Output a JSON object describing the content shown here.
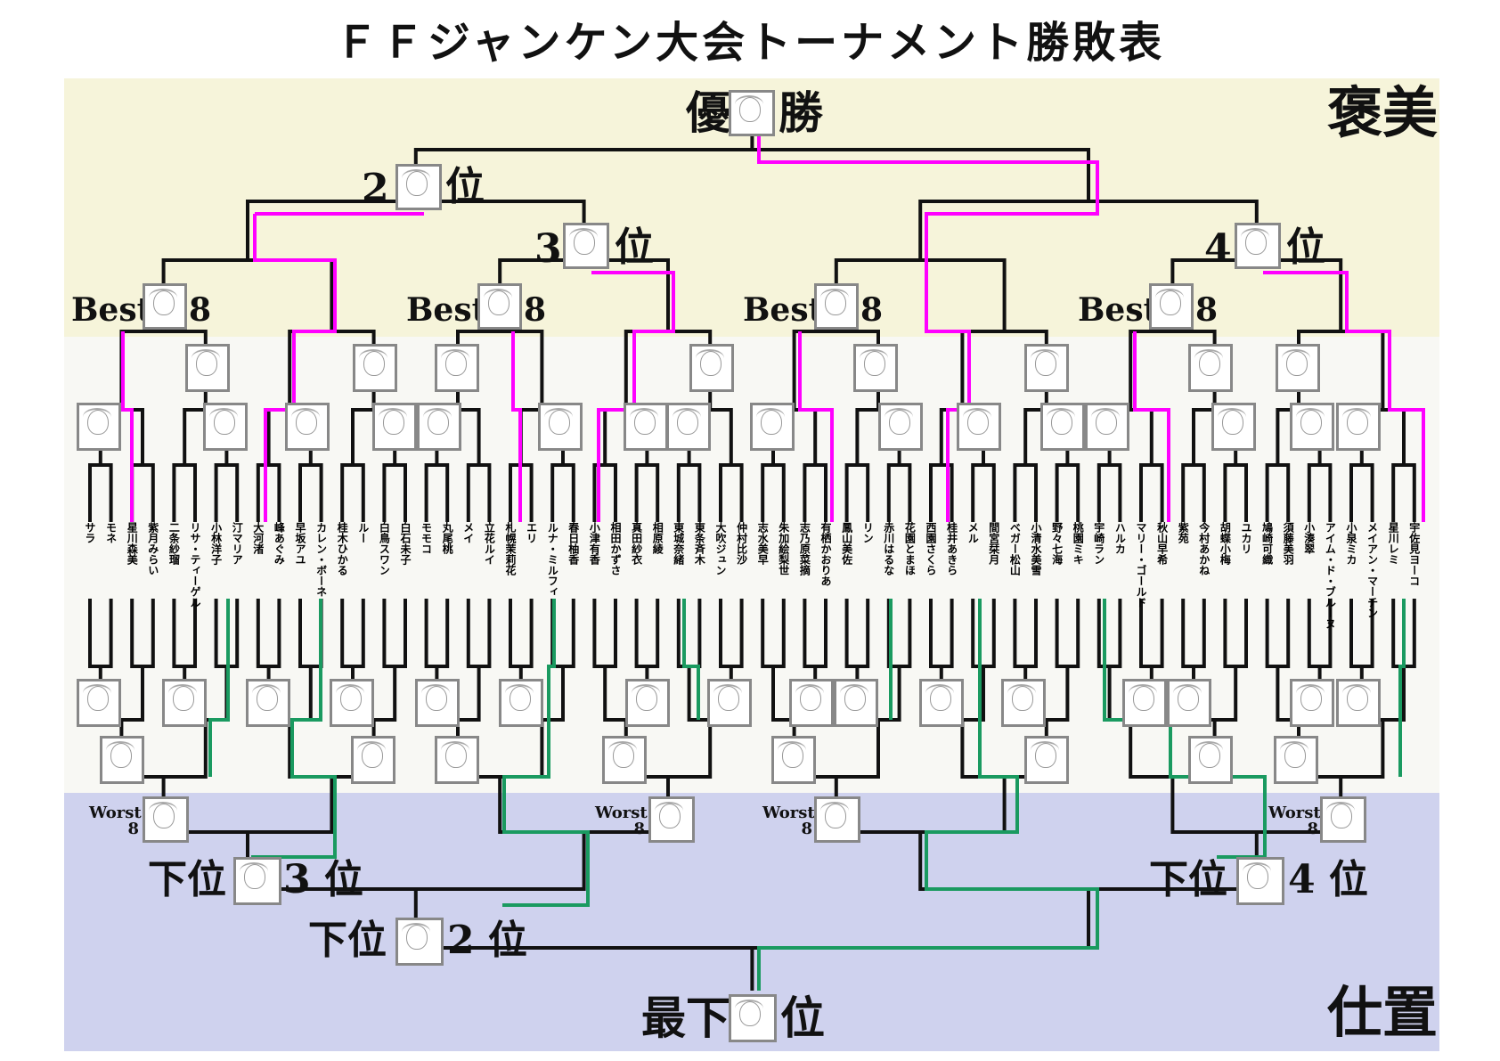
{
  "title": "ＦＦジャンケン大会トーナメント勝敗表",
  "corners": {
    "top_right": "褒美",
    "bottom_right": "仕置"
  },
  "labels": {
    "champion": [
      "優",
      "勝"
    ],
    "second": [
      "2",
      "位"
    ],
    "third": [
      "3",
      "位"
    ],
    "fourth": [
      "4",
      "位"
    ],
    "best": "Best",
    "best_num": "8",
    "worst": "Worst",
    "worst_num": "8",
    "lower_third": [
      "下位",
      "3 位"
    ],
    "lower_second": [
      "下位",
      "2 位"
    ],
    "lower_fourth": [
      "下位",
      "4 位"
    ],
    "last": [
      "最下",
      "位"
    ]
  },
  "colors": {
    "winner_line": "#ff00ff",
    "loser_line": "#1a9a60",
    "bracket": "#111111",
    "band_top": "#f6f4da",
    "band_bottom": "#cfd2ee"
  },
  "contestants": [
    "サラ",
    "モネ",
    "星川森美",
    "紫月みらい",
    "二条紗瑠",
    "リサ・ティーゲル",
    "小林洋子",
    "汀マリア",
    "大河渚",
    "峰あぐみ",
    "早坂アユ",
    "カレン・ボーネ",
    "桂木ひかる",
    "ルー",
    "白鳥スワン",
    "白石未子",
    "モモコ",
    "丸尾桃",
    "メイ",
    "立花ルイ",
    "札幌茉莉花",
    "エリ",
    "ルナ・ミルフィ",
    "春日柚香",
    "小津有香",
    "相田かずさ",
    "真田紗衣",
    "相原綾",
    "東城奈緒",
    "東条斉木",
    "大吹ジュン",
    "仲村比沙",
    "志水美早",
    "朱加絵梨世",
    "志乃原菜摘",
    "有栖かおりあ",
    "鳳山美佐",
    "リン",
    "赤川はるな",
    "花園とまほ",
    "西園さくら",
    "桂井あきら",
    "メル",
    "間宮栞月",
    "ベガー松山",
    "小清水美雪",
    "野々七海",
    "桃園ミキ",
    "宇崎ラン",
    "ハルカ",
    "マリー・ゴールド",
    "秋山早希",
    "紫苑",
    "今村あかね",
    "胡蝶小梅",
    "ユカリ",
    "鳩崎可織",
    "須藤美羽",
    "小湊翠",
    "アイム・ド・ブルーヌ",
    "小泉ミカ",
    "メイアン・マーチン",
    "星川レミ",
    "宇佐見ヨーコ"
  ]
}
